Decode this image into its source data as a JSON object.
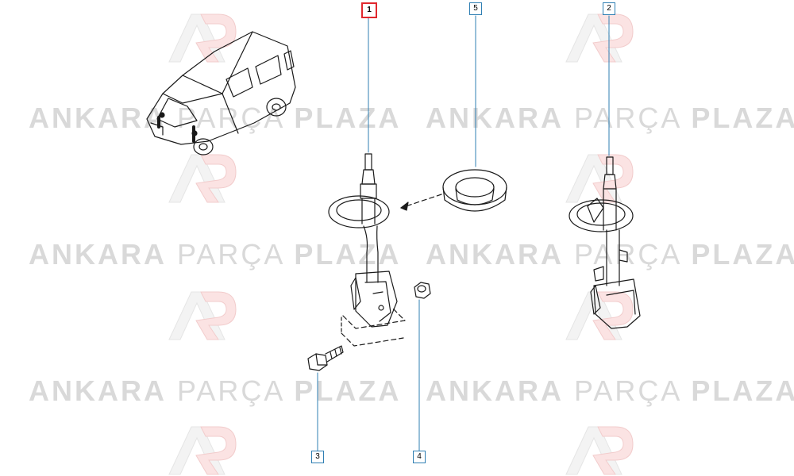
{
  "watermark": {
    "brand_bold_1": "ANKARA",
    "brand_light": "PARÇA",
    "brand_bold_2": "PLAZA",
    "logo_icon": "ap-logo-icon"
  },
  "callouts": {
    "part1": "1",
    "part2": "2",
    "part3": "3",
    "part4": "4",
    "part5": "5"
  },
  "colors": {
    "callout_border": "#2f7fb3",
    "selected_border": "#e0282e",
    "line_art": "#1a1a1a",
    "watermark": "#d9d9d9",
    "watermark_logo": "#f6d4d5"
  }
}
